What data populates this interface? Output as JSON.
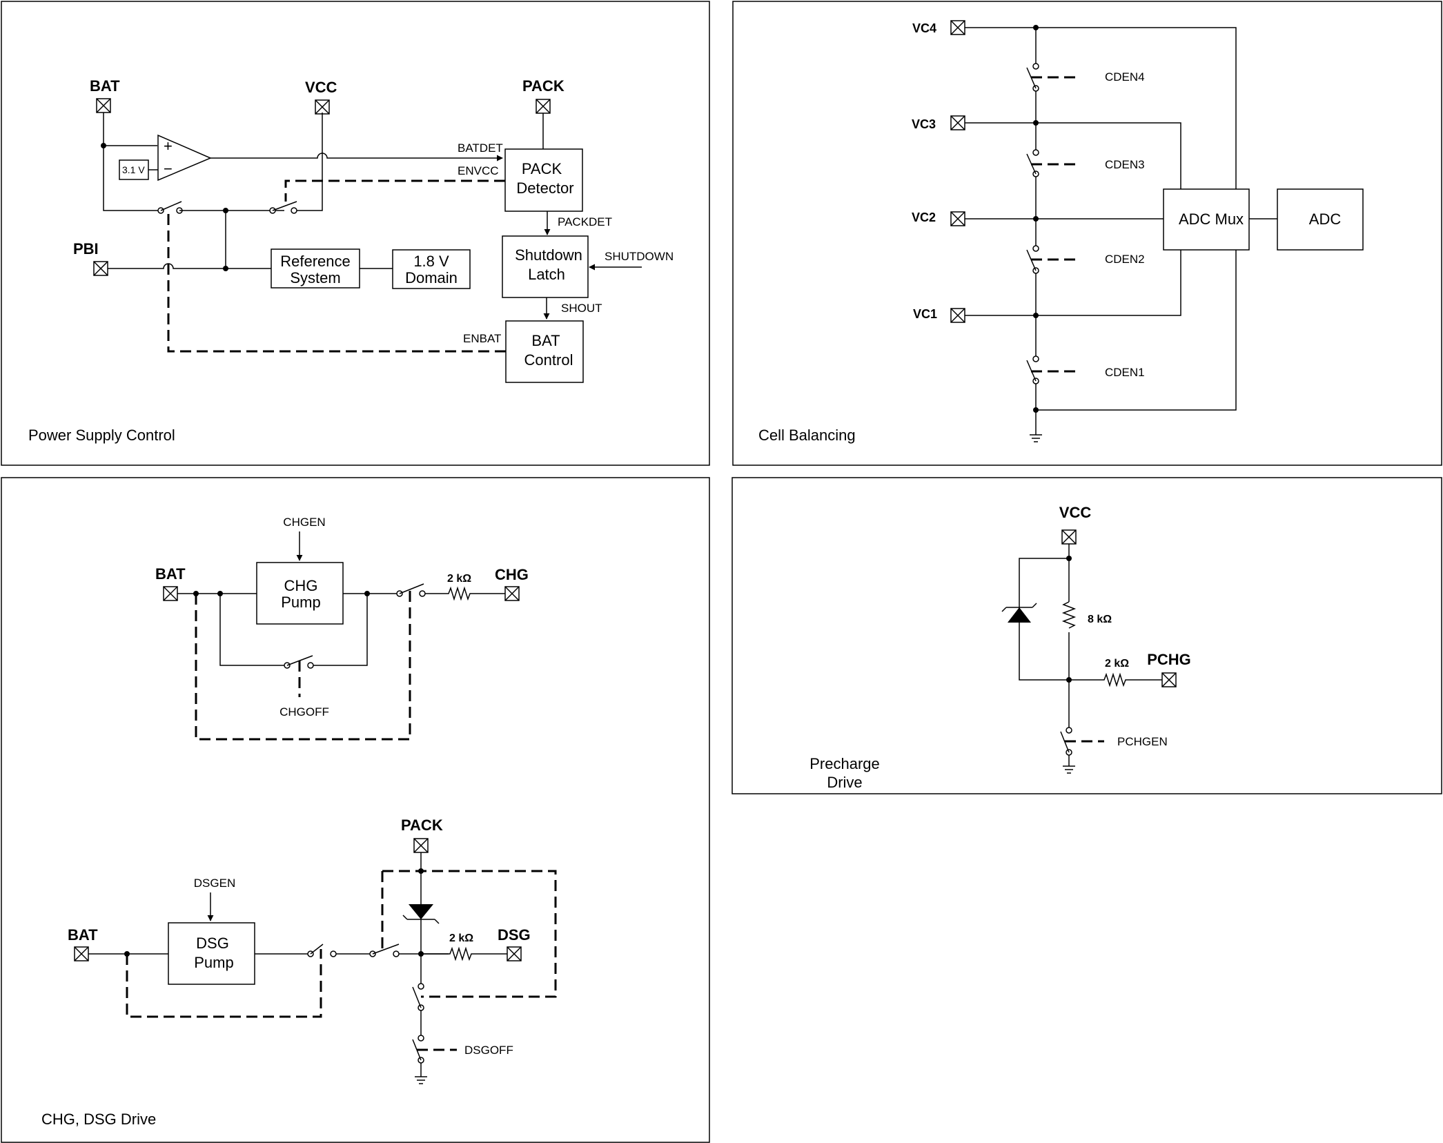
{
  "panels": {
    "power": {
      "caption": "Power Supply Control",
      "pins": {
        "bat": "BAT",
        "vcc": "VCC",
        "pack": "PACK",
        "pbi": "PBI"
      },
      "comparator": {
        "ref": "3.1 V",
        "plus": "+",
        "minus": "−"
      },
      "blocks": {
        "pack_detector": [
          "PACK",
          "Detector"
        ],
        "shutdown_latch": [
          "Shutdown",
          "Latch"
        ],
        "bat_control": [
          "BAT",
          "Control"
        ],
        "reference_system": [
          "Reference",
          "System"
        ],
        "domain": [
          "1.8 V",
          "Domain"
        ]
      },
      "signals": {
        "batdet": "BATDET",
        "envcc": "ENVCC",
        "packdet": "PACKDET",
        "shutdown": "SHUTDOWN",
        "shout": "SHOUT",
        "enbat": "ENBAT"
      }
    },
    "cell": {
      "caption": "Cell Balancing",
      "pins": {
        "vc4": "VC4",
        "vc3": "VC3",
        "vc2": "VC2",
        "vc1": "VC1"
      },
      "signals": {
        "cden4": "CDEN4",
        "cden3": "CDEN3",
        "cden2": "CDEN2",
        "cden1": "CDEN1"
      },
      "blocks": {
        "adc_mux": "ADC Mux",
        "adc": "ADC"
      }
    },
    "drive": {
      "caption": "CHG,  DSG Drive",
      "chg": {
        "pins": {
          "bat": "BAT",
          "chg": "CHG"
        },
        "block": [
          "CHG",
          "Pump"
        ],
        "signals": {
          "chgen": "CHGEN",
          "chgoff": "CHGOFF"
        },
        "resistor": "2 kΩ"
      },
      "dsg": {
        "pins": {
          "bat": "BAT",
          "dsg": "DSG",
          "pack": "PACK"
        },
        "block": [
          "DSG",
          "Pump"
        ],
        "signals": {
          "dsgen": "DSGEN",
          "dsgoff": "DSGOFF"
        },
        "resistor": "2 kΩ"
      }
    },
    "precharge": {
      "caption": [
        "Precharge",
        "Drive"
      ],
      "pins": {
        "vcc": "VCC",
        "pchg": "PCHG"
      },
      "resistors": {
        "r8k": "8 kΩ",
        "r2k": "2 kΩ"
      },
      "signals": {
        "pchgen": "PCHGEN"
      }
    }
  }
}
